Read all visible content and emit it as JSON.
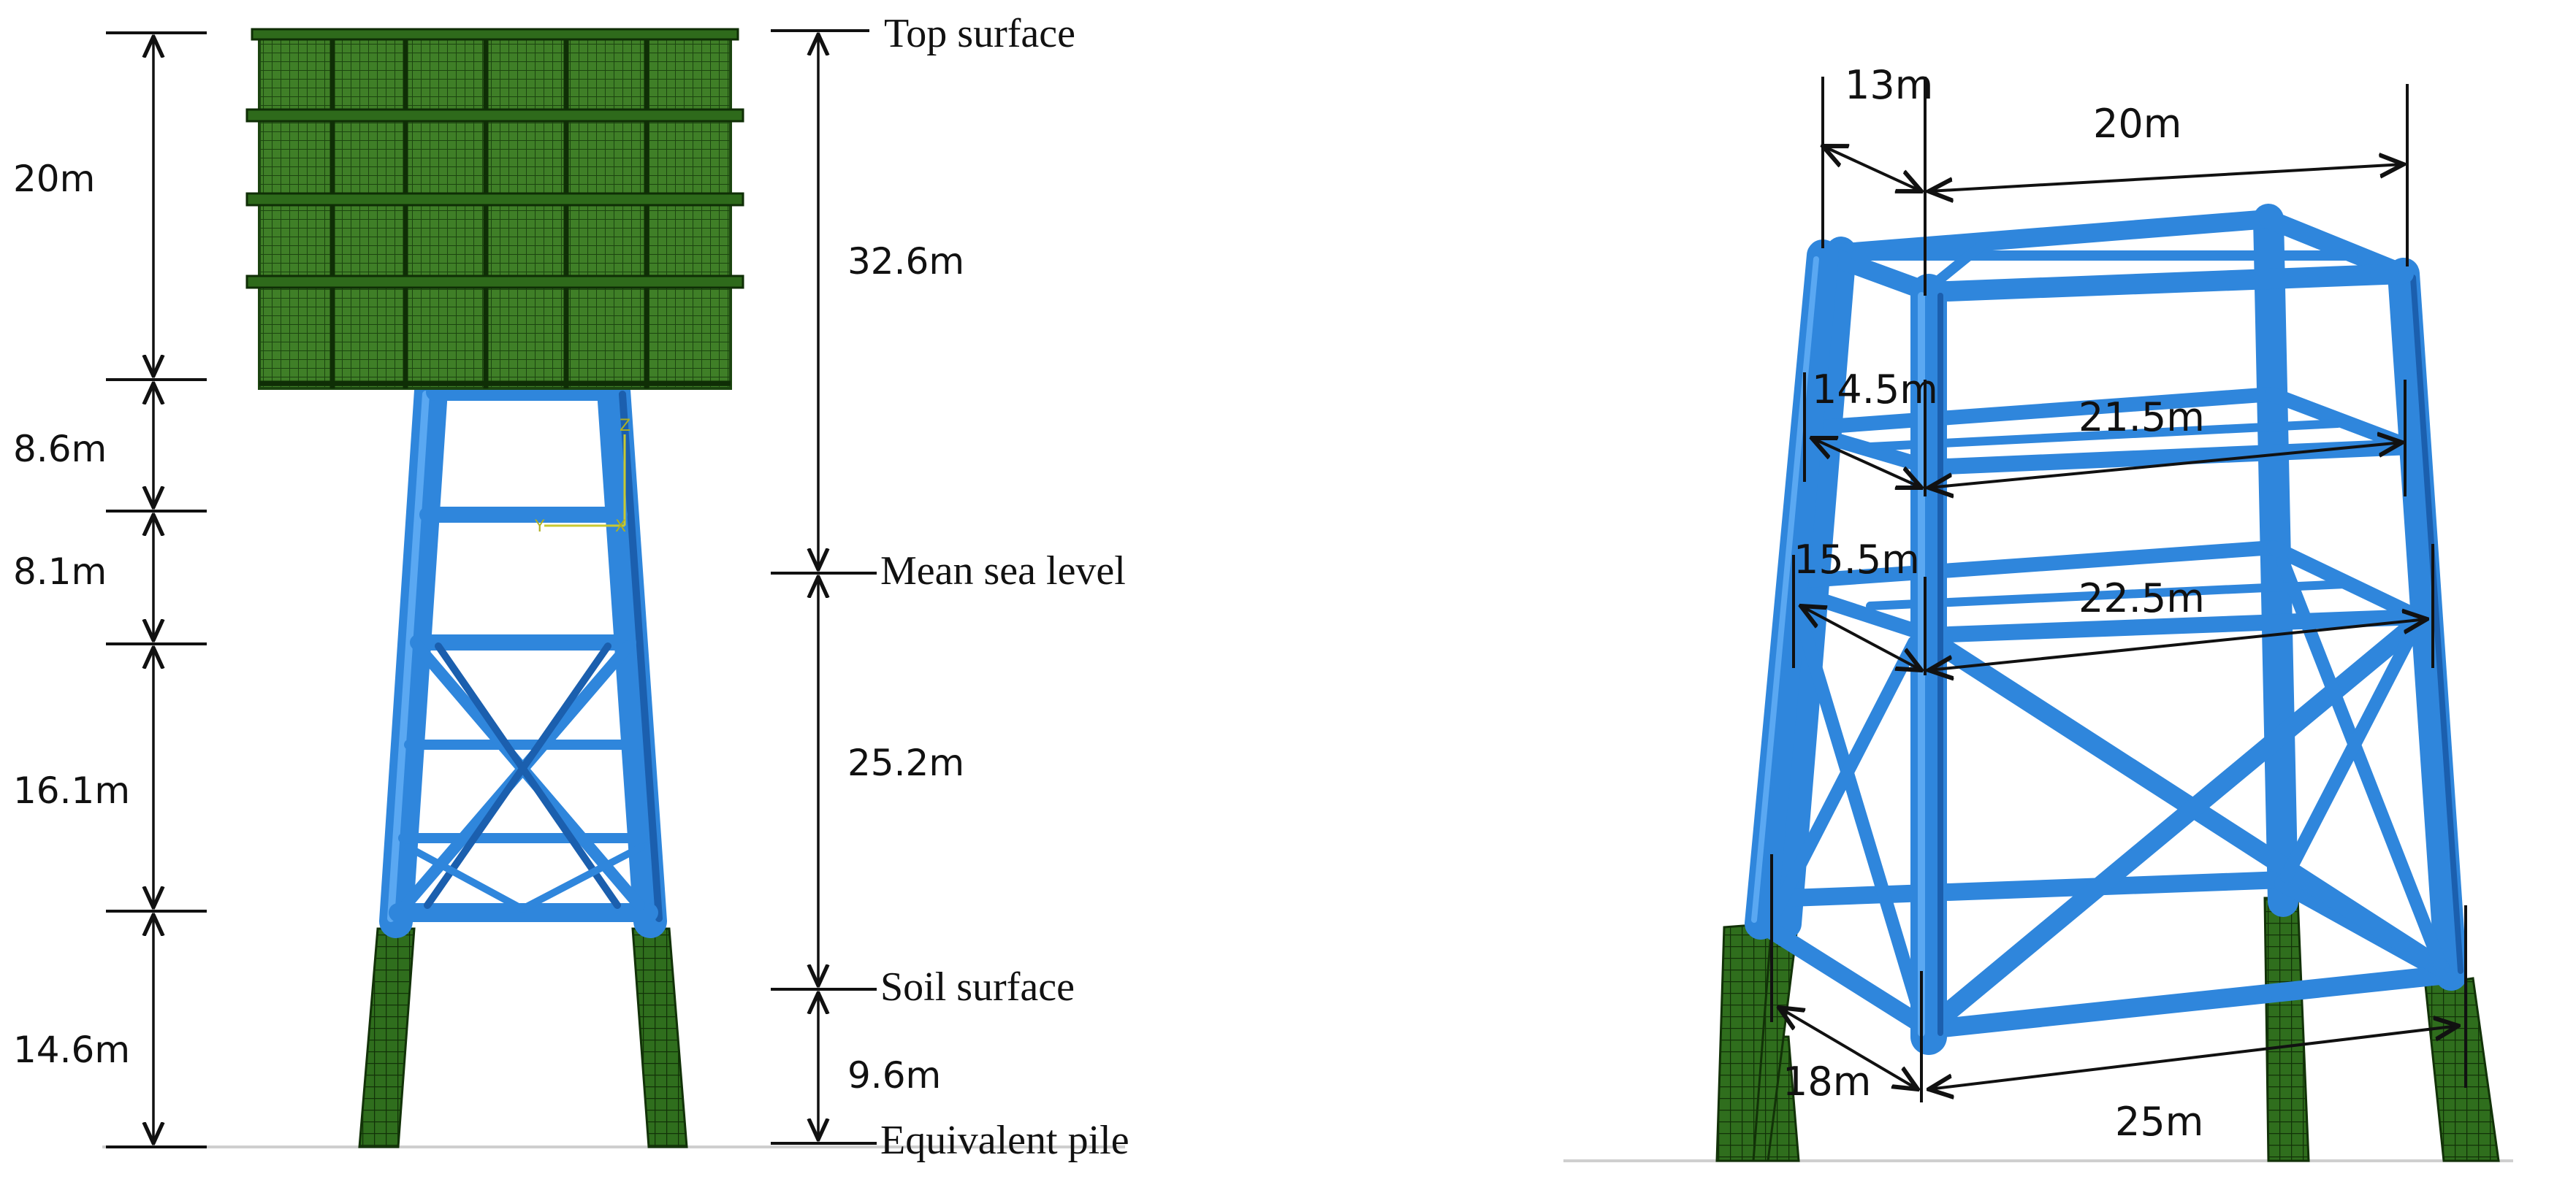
{
  "colors": {
    "steel": "#2f86dc",
    "steel_dark": "#1b5fae",
    "steel_light": "#58a6f0",
    "mesh_green": "#3c7a24",
    "mesh_dark": "#1f4a10",
    "ink": "#111111"
  },
  "left": {
    "dims_left": [
      "20m",
      "8.6m",
      "8.1m",
      "16.1m",
      "14.6m"
    ],
    "dims_right": [
      "32.6m",
      "25.2m",
      "9.6m"
    ],
    "levels": [
      "Top surface",
      "Mean sea level",
      "Soil surface",
      "Equivalent pile"
    ],
    "axis_z": "Z",
    "axis_y": "Y",
    "axis_x": "X"
  },
  "right": {
    "top_depth": "13m",
    "top_width": "20m",
    "mid1_depth": "14.5m",
    "mid1_width": "21.5m",
    "mid2_depth": "15.5m",
    "mid2_width": "22.5m",
    "base_depth": "18m",
    "base_width": "25m"
  }
}
